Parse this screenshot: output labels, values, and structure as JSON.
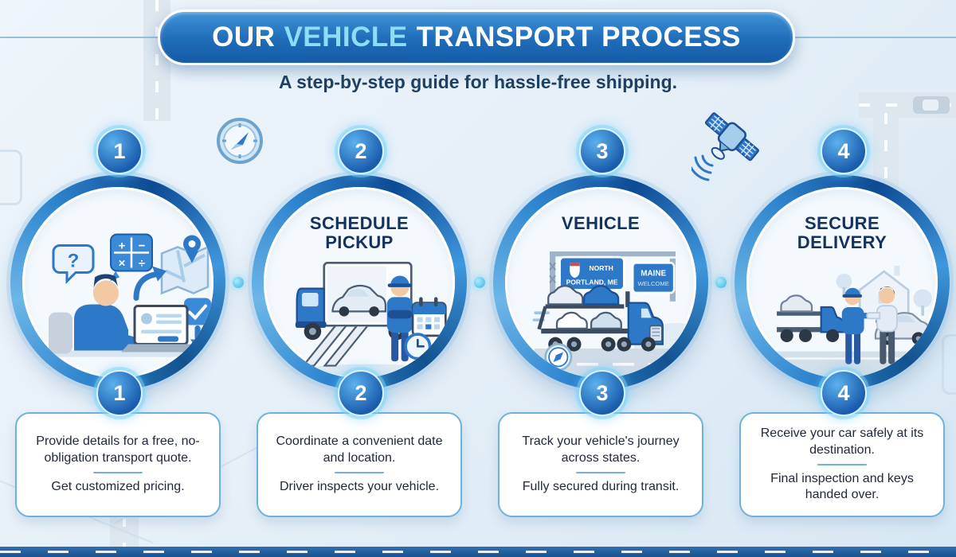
{
  "header": {
    "title_prefix": "OUR",
    "title_highlight": "VEHICLE",
    "title_suffix": "TRANSPORT PROCESS",
    "subtitle": "A step-by-step guide for hassle-free shipping."
  },
  "steps": [
    {
      "number": "1",
      "title": "",
      "illustration": "customer-requests-online-quote",
      "card": {
        "line1": "Provide details for a free, no-obligation transport quote.",
        "line2": "Get customized pricing."
      }
    },
    {
      "number": "2",
      "title": "SCHEDULE PICKUP",
      "illustration": "driver-truck-ramps-calendar",
      "card": {
        "line1": "Coordinate a convenient date and location.",
        "line2": "Driver inspects your vehicle."
      }
    },
    {
      "number": "3",
      "title": "VEHICLE",
      "illustration": "car-hauler-on-highway",
      "signs": {
        "north": "NORTH",
        "city": "PORTLAND, ME",
        "state": "MAINE",
        "welcome": "WELCOME"
      },
      "card": {
        "line1": "Track your vehicle's journey across states.",
        "line2": "Fully secured during transit."
      }
    },
    {
      "number": "4",
      "title": "SECURE DELIVERY",
      "illustration": "driver-hands-keys-to-customer",
      "card": {
        "line1": "Receive your car safely at its destination.",
        "line2": "Final inspection and keys handed over."
      }
    }
  ],
  "decor_icons": [
    "compass-icon",
    "satellite-icon"
  ],
  "colors": {
    "accent_blue": "#2e78c8",
    "deep_blue": "#155ba6",
    "highlight_cyan": "#8edcf8",
    "navy_text": "#14325e",
    "card_border": "#6fb1dd",
    "badge_glow": "#7fd4f2",
    "background": "#e6f0f8"
  }
}
